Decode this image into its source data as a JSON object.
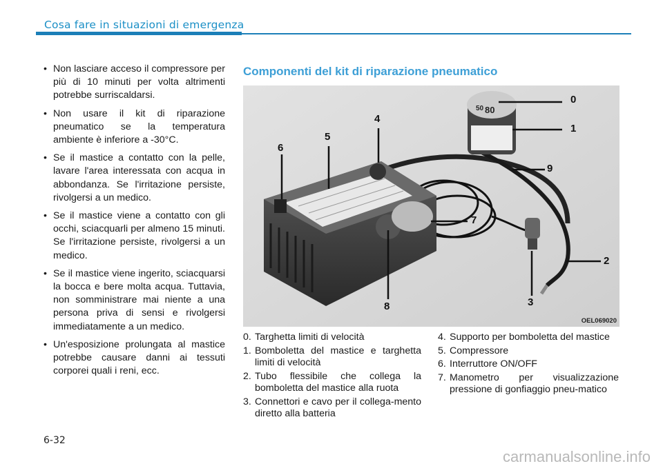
{
  "header": {
    "title": "Cosa fare in situazioni di emergenza"
  },
  "left_bullets": [
    "Non lasciare acceso il compressore per più di 10 minuti per volta altrimenti potrebbe surriscaldarsi.",
    "Non usare il kit di riparazione pneumatico se la temperatura ambiente è inferiore a -30°C.",
    "Se il mastice a contatto con la pelle, lavare l'area interessata con acqua in abbondanza. Se l'irritazione persiste, rivolgersi a un medico.",
    "Se il mastice viene a contatto con gli occhi, sciacquarli per almeno 15 minuti. Se l'irritazione persiste, rivolgersi a un medico.",
    "Se il mastice viene ingerito, sciacquarsi la bocca e bere molta acqua. Tuttavia, non somministrare mai niente a una persona priva di sensi e rivolgersi immediatamente a un medico.",
    "Un'esposizione prolungata al mastice potrebbe causare danni ai tessuti corporei quali i reni, ecc."
  ],
  "section_title": "Componenti del kit di riparazione pneumatico",
  "figure": {
    "code": "OEL069020",
    "callouts": [
      "0",
      "1",
      "2",
      "3",
      "4",
      "5",
      "6",
      "7",
      "8",
      "9"
    ],
    "label_speed": "80",
    "label_speed2": "50"
  },
  "parts_a": [
    {
      "num": "0.",
      "text": "Targhetta limiti di velocità"
    },
    {
      "num": "1.",
      "text": "Bomboletta del mastice e targhetta limiti di velocità"
    },
    {
      "num": "2.",
      "text": "Tubo flessibile che collega la bomboletta del mastice alla ruota"
    },
    {
      "num": "3.",
      "text": "Connettori e cavo per il collega-mento diretto alla batteria"
    }
  ],
  "parts_b": [
    {
      "num": "4.",
      "text": "Supporto per bomboletta del mastice"
    },
    {
      "num": "5.",
      "text": "Compressore"
    },
    {
      "num": "6.",
      "text": "Interruttore ON/OFF"
    },
    {
      "num": "7.",
      "text": "Manometro per visualizzazione pressione di gonfiaggio pneu-matico"
    }
  ],
  "footer": {
    "page": "6-32"
  },
  "watermark": "carmanualsonline.info",
  "colors": {
    "accent": "#1b8fc6",
    "section_title": "#3d9fd6",
    "rule": "#1b7fb8"
  }
}
